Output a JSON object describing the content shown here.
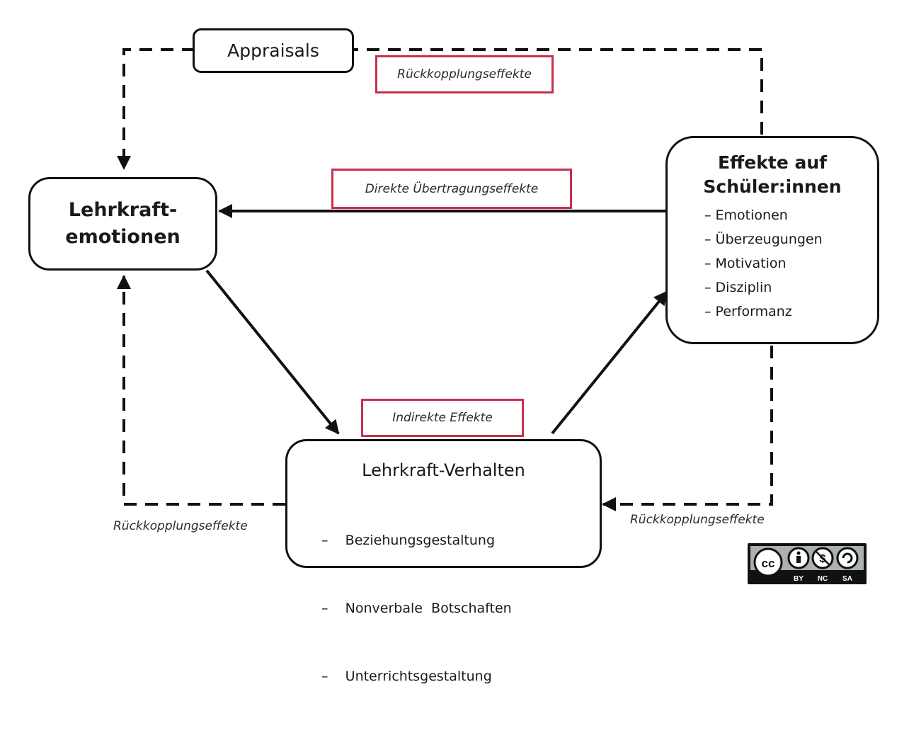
{
  "nodes": {
    "appraisals": "Appraisals",
    "teacher_emotions": {
      "line1": "Lehrkraft-",
      "line2": "emotionen"
    },
    "student_effects": {
      "line1": "Effekte auf",
      "line2": "Schüler:innen",
      "items": [
        "– Emotionen",
        "– Überzeugungen",
        "– Motivation",
        "– Disziplin",
        "– Performanz"
      ]
    },
    "teacher_behavior": {
      "title": "Lehrkraft-Verhalten",
      "items": [
        "–    Beziehungsgestaltung",
        "–    Nonverbale  Botschaften",
        "–    Unterrichtsgestaltung"
      ]
    }
  },
  "labels": {
    "feedback_top": "Rückkopplungseffekte",
    "direct": "Direkte Übertragungseffekte",
    "indirect": "Indirekte Effekte",
    "feedback_left": "Rückkopplungseffekte",
    "feedback_right": "Rückkopplungseffekte"
  },
  "license": {
    "cc": "cc",
    "by": "BY",
    "nc": "NC",
    "sa": "SA"
  }
}
